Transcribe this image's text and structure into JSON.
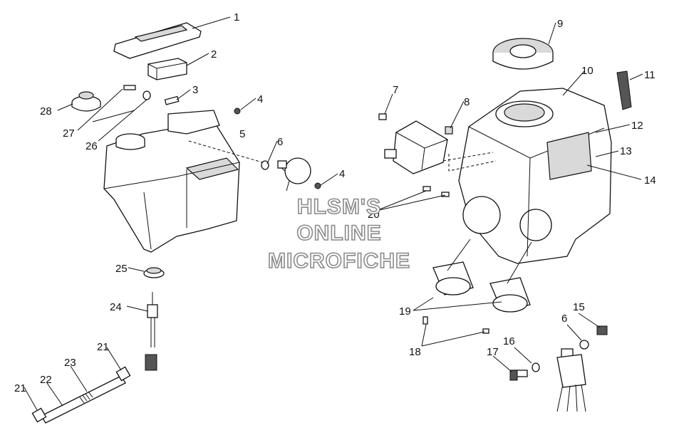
{
  "watermark": {
    "line1": "HLSM'S",
    "line2": "ONLINE",
    "line3": "MICROFICHE"
  },
  "callouts": [
    "1",
    "2",
    "3",
    "4",
    "5",
    "6",
    "4",
    "7",
    "8",
    "9",
    "10",
    "11",
    "12",
    "13",
    "14",
    "15",
    "6",
    "16",
    "17",
    "18",
    "19",
    "20",
    "21",
    "22",
    "23",
    "21",
    "24",
    "25",
    "26",
    "27",
    "28"
  ]
}
